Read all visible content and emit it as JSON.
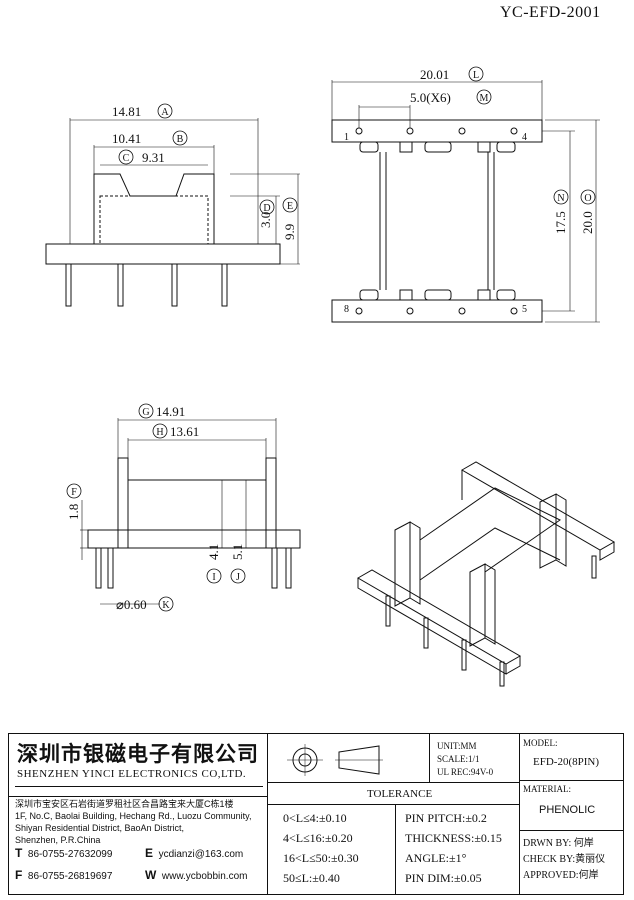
{
  "drawing_code": "YC-EFD-2001",
  "front_view": {
    "dim_overall_width": "14.81",
    "dim_overall_width_tag": "A",
    "dim_slot_width": "10.41",
    "dim_slot_width_tag": "B",
    "dim_inner_width_tag": "C",
    "dim_inner_width": "9.31",
    "dim_slot_height": "3.0",
    "dim_slot_height_tag": "D",
    "dim_total_height": "9.9",
    "dim_total_height_tag": "E"
  },
  "top_view": {
    "dim_length": "20.01",
    "dim_length_tag": "L",
    "dim_pitch": "5.0(X6)",
    "dim_pitch_tag": "M",
    "dim_inner": "17.5",
    "dim_inner_tag": "N",
    "dim_outer": "20.0",
    "dim_outer_tag": "O",
    "pin_labels": [
      "1",
      "4",
      "8",
      "5"
    ]
  },
  "side_view": {
    "dim_flange_width_tag": "G",
    "dim_flange_width": "14.91",
    "dim_body_width_tag": "H",
    "dim_body_width": "13.61",
    "dim_flange_height_tag": "F",
    "dim_flange_height": "1.8",
    "dim_i": "4.1",
    "dim_i_tag": "I",
    "dim_j": "5.1",
    "dim_j_tag": "J",
    "dim_pin_dia": "⌀0.60",
    "dim_pin_dia_tag": "K"
  },
  "title_block": {
    "company_cn": "深圳市银磁电子有限公司",
    "company_en": "SHENZHEN YINCI ELECTRONICS CO,LTD.",
    "address_cn": "深圳市宝安区石岩街道罗租社区合昌路宝来大厦C栋1楼",
    "address_en_1": "1F, No.C, Baolai Building, Hechang Rd., Luozu Community,",
    "address_en_2": "Shiyan Residential District, BaoAn District,",
    "address_en_3": "Shenzhen, P.R.China",
    "tel_label": "T",
    "tel": "86-0755-27632099",
    "fax_label": "F",
    "fax": "86-0755-26819697",
    "email_label": "E",
    "email": "ycdianzi@163.com",
    "web_label": "W",
    "web": "www.ycbobbin.com",
    "unit": "UNIT:MM",
    "scale": "SCALE:1/1",
    "ul_rec": "UL REC:94V-0",
    "tolerance_title": "TOLERANCE",
    "tolerances": [
      "0<L≤4:±0.10",
      "4<L≤16:±0.20",
      "16<L≤50:±0.30",
      "50≤L:±0.40"
    ],
    "pin_tolerances": [
      "PIN PITCH:±0.2",
      "THICKNESS:±0.15",
      "ANGLE:±1°",
      "PIN DIM:±0.05"
    ],
    "model_label": "MODEL:",
    "model": "EFD-20(8PIN)",
    "material_label": "MATERIAL:",
    "material": "PHENOLIC",
    "drawn_by": "DRWN BY: 何岸",
    "check_by": "CHECK BY:黄丽仪",
    "approved": "APPROVED:何岸"
  }
}
